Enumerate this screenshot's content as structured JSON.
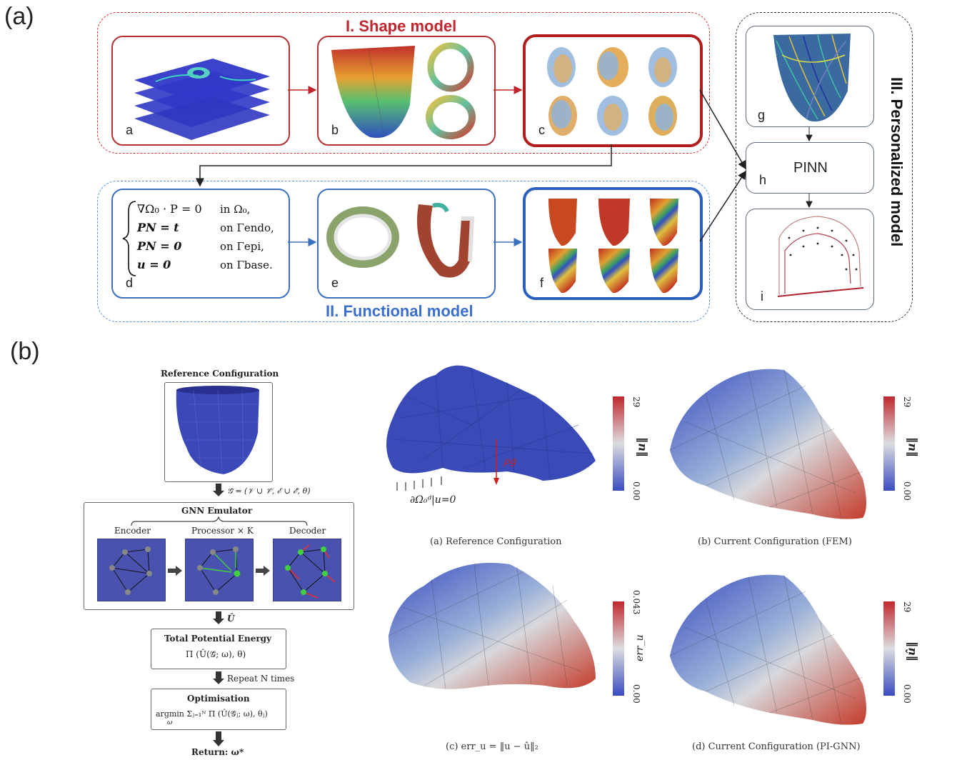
{
  "panel_a": {
    "label": "(a)",
    "shape_model": {
      "title": "I. Shape model",
      "cells": [
        {
          "letter": "a"
        },
        {
          "letter": "b"
        },
        {
          "letter": "c"
        }
      ]
    },
    "functional_model": {
      "title": "II. Functional model",
      "cells": [
        {
          "letter": "d"
        },
        {
          "letter": "e"
        },
        {
          "letter": "f"
        }
      ],
      "equations": [
        {
          "lhs": "∇Ω₀ · P = 0",
          "rhs": "in Ω₀,"
        },
        {
          "lhs": "PN = t",
          "rhs": "on Γendo,"
        },
        {
          "lhs": "PN = 0",
          "rhs": "on Γepi,"
        },
        {
          "lhs": "u = 0",
          "rhs": "on Γbase."
        }
      ]
    },
    "personalized_model": {
      "title": "III. Personalized model",
      "cells": [
        {
          "letter": "g"
        },
        {
          "letter": "h",
          "text": "PINN"
        },
        {
          "letter": "i"
        }
      ]
    }
  },
  "panel_b": {
    "label": "(b)",
    "flow": {
      "reference_title": "Reference Configuration",
      "graph_def": "𝒢̃ = (𝒱 ∪ 𝒱̃, ℰ ∪ ℰ̃, θ)",
      "gnn_title": "GNN Emulator",
      "encoder": "Encoder",
      "processor": "Processor × K",
      "decoder": "Decoder",
      "u_hat": "Û",
      "energy_title": "Total Potential Energy",
      "energy_formula": "Π (Û(𝒢̃; ω), θ)",
      "repeat": "Repeat N times",
      "opt_title": "Optimisation",
      "opt_formula": "argmin Σⱼ₌₁ᴺ Π (Û(𝒢̃ⱼ; ω), θⱼ)",
      "opt_sub": "ω",
      "return": "Return: ω*"
    },
    "plots": [
      {
        "caption": "(a) Reference Configuration",
        "annot_rho": "ρg",
        "annot_bc": "∂Ω₀ᵈ|u=0"
      },
      {
        "caption": "(b) Current Configuration (FEM)",
        "cb_label": "‖u‖",
        "cb_max": "29",
        "cb_min": "0.00"
      },
      {
        "caption": "(c) err_u = ‖u − û‖₂",
        "cb_label": "err_u",
        "cb_max": "0.043",
        "cb_min": "0.00"
      },
      {
        "caption": "(d) Current Configuration (PI-GNN)",
        "cb_label": "‖û‖",
        "cb_max": "29",
        "cb_min": "0.00"
      }
    ]
  },
  "colors": {
    "shape_red": "#c0262d",
    "functional_blue": "#3a6fd0",
    "mesh_blue": "#3b4bb8",
    "cb_red": "#c8303a"
  }
}
